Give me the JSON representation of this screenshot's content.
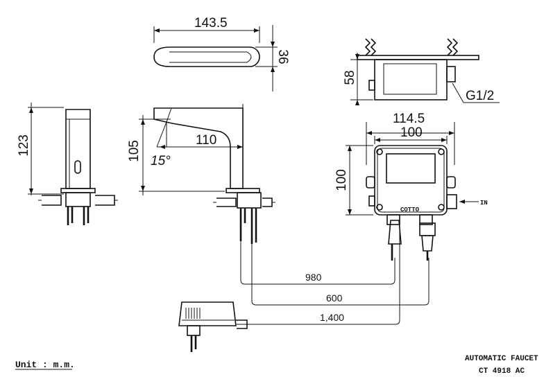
{
  "dimensions": {
    "spout_length": "143.5",
    "spout_height": "36",
    "box_depth": "58",
    "inlet_thread": "G1/2",
    "box_outer_width": "114.5",
    "box_inner_width": "100",
    "box_height": "100",
    "inlet_label": "IN",
    "faucet_height": "123",
    "spout_clearance": "105",
    "spout_reach": "110",
    "spout_angle": "15°",
    "cable_sensor": "980",
    "hose_inlet": "600",
    "cable_adapter": "1,400"
  },
  "brand": "COTTO",
  "title": {
    "line1": "AUTOMATIC FAUCET",
    "line2": "CT 4918 AC"
  },
  "unit_label": "Unit : m.m."
}
